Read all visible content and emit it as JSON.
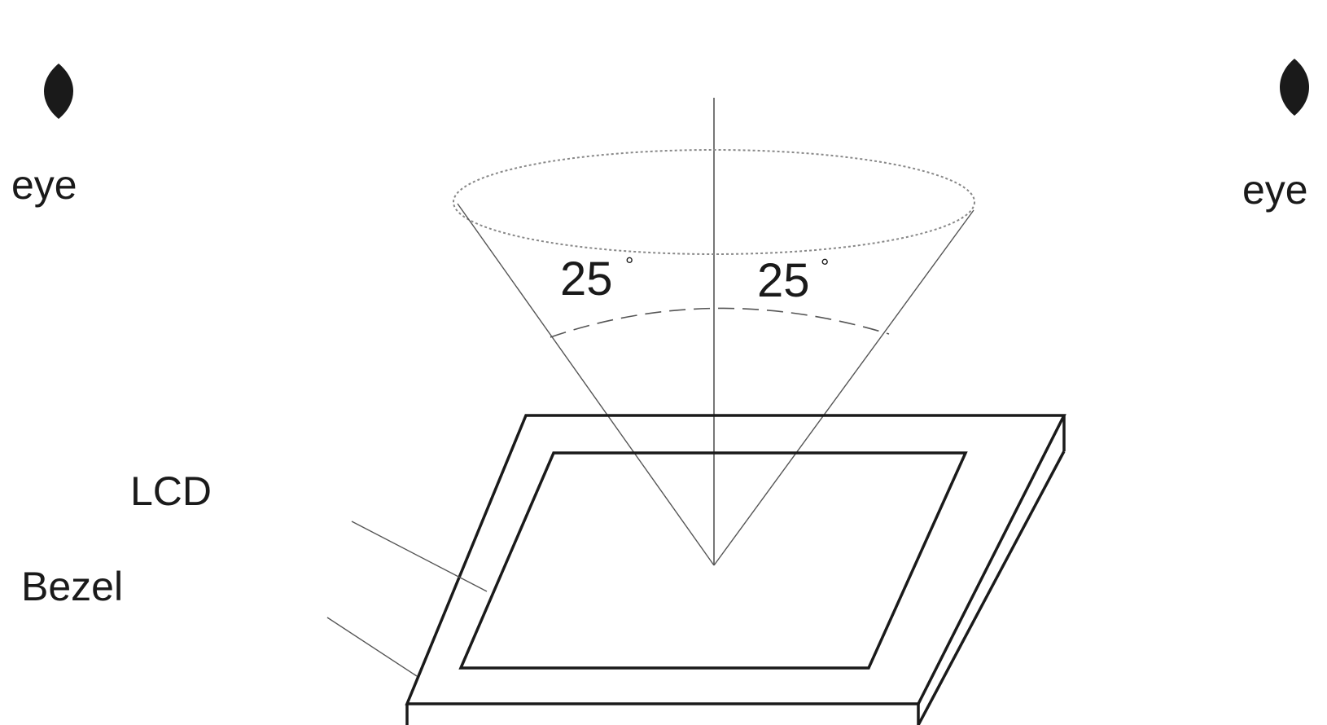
{
  "labels": {
    "eye_left": "eye",
    "eye_right": "eye",
    "lcd": "LCD",
    "bezel": "Bezel",
    "angle_left": "25",
    "angle_right": "25",
    "degree_symbol": "°"
  },
  "angles": {
    "left_deg": 25,
    "right_deg": 25
  },
  "colors": {
    "ink": "#1a1a1a",
    "thin_line": "#555555",
    "dotted": "#888888",
    "background": "#ffffff"
  },
  "icons": {
    "eye_left": "eye-icon",
    "eye_right": "eye-icon"
  }
}
